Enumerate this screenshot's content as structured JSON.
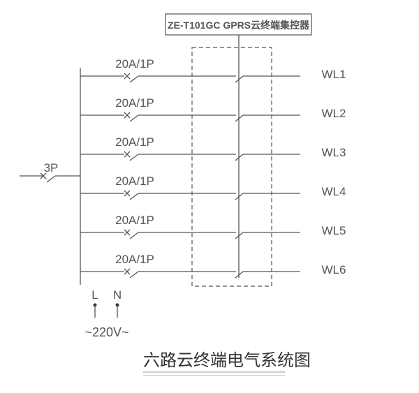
{
  "controller": {
    "label": "ZE-T101GC GPRS云终端集控器"
  },
  "main_breaker": {
    "label": "3P"
  },
  "branches": [
    {
      "breaker": "20A/1P",
      "circuit": "WL1"
    },
    {
      "breaker": "20A/1P",
      "circuit": "WL2"
    },
    {
      "breaker": "20A/1P",
      "circuit": "WL3"
    },
    {
      "breaker": "20A/1P",
      "circuit": "WL4"
    },
    {
      "breaker": "20A/1P",
      "circuit": "WL5"
    },
    {
      "breaker": "20A/1P",
      "circuit": "WL6"
    }
  ],
  "supply": {
    "live": "L",
    "neutral": "N",
    "voltage": "~220V~"
  },
  "title": "六路云终端电气系统图"
}
